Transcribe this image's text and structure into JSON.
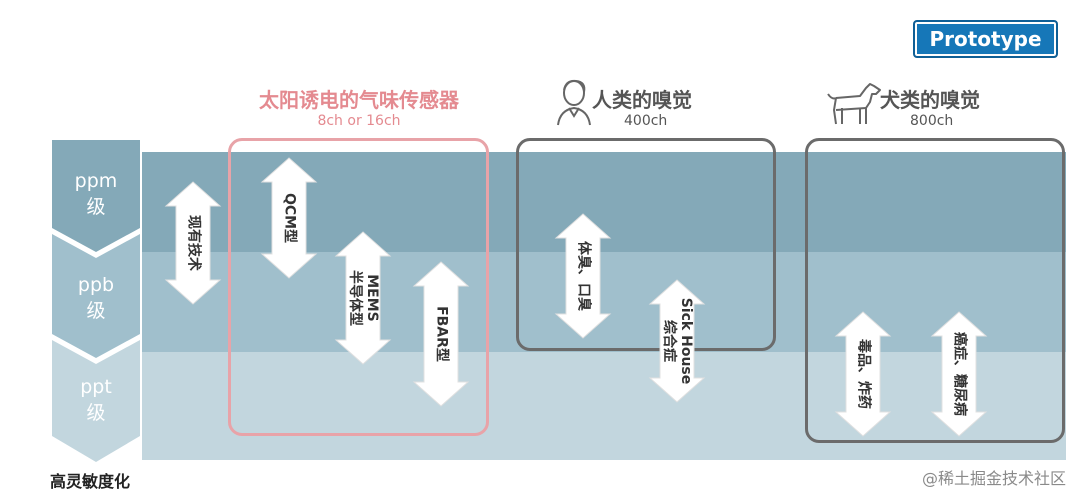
{
  "badge": "Prototype",
  "levels": [
    {
      "unit": "ppm",
      "suffix": "级"
    },
    {
      "unit": "ppb",
      "suffix": "级"
    },
    {
      "unit": "ppt",
      "suffix": "级"
    }
  ],
  "sensitivity_label": "高灵敏度化",
  "sections": {
    "solar": {
      "title": "太阳诱电的气味传感器",
      "subtitle": "8ch or 16ch"
    },
    "human": {
      "title": "人类的嗅觉",
      "subtitle": "400ch"
    },
    "dog": {
      "title": "犬类的嗅觉",
      "subtitle": "800ch"
    }
  },
  "arrows": {
    "existing": "现有技术",
    "qcm": "QCM型",
    "mems_line1": "MEMS",
    "mems_line2": "半导体型",
    "fbar": "FBAR型",
    "body_odor": "体臭、口臭",
    "sick_house_line1": "Sick House",
    "sick_house_line2": "综合症",
    "drugs": "毒品、炸药",
    "disease": "癌症、糖尿病"
  },
  "colors": {
    "band_ppm": "#84a9b8",
    "band_ppb": "#a0bfcc",
    "band_ppt": "#c2d6de",
    "solar_frame": "#e8a3a8",
    "frame": "#6b6b6b",
    "badge": "#1677b8"
  },
  "icons": [
    "person-icon",
    "dog-icon"
  ],
  "watermark": "@稀土掘金技术社区"
}
